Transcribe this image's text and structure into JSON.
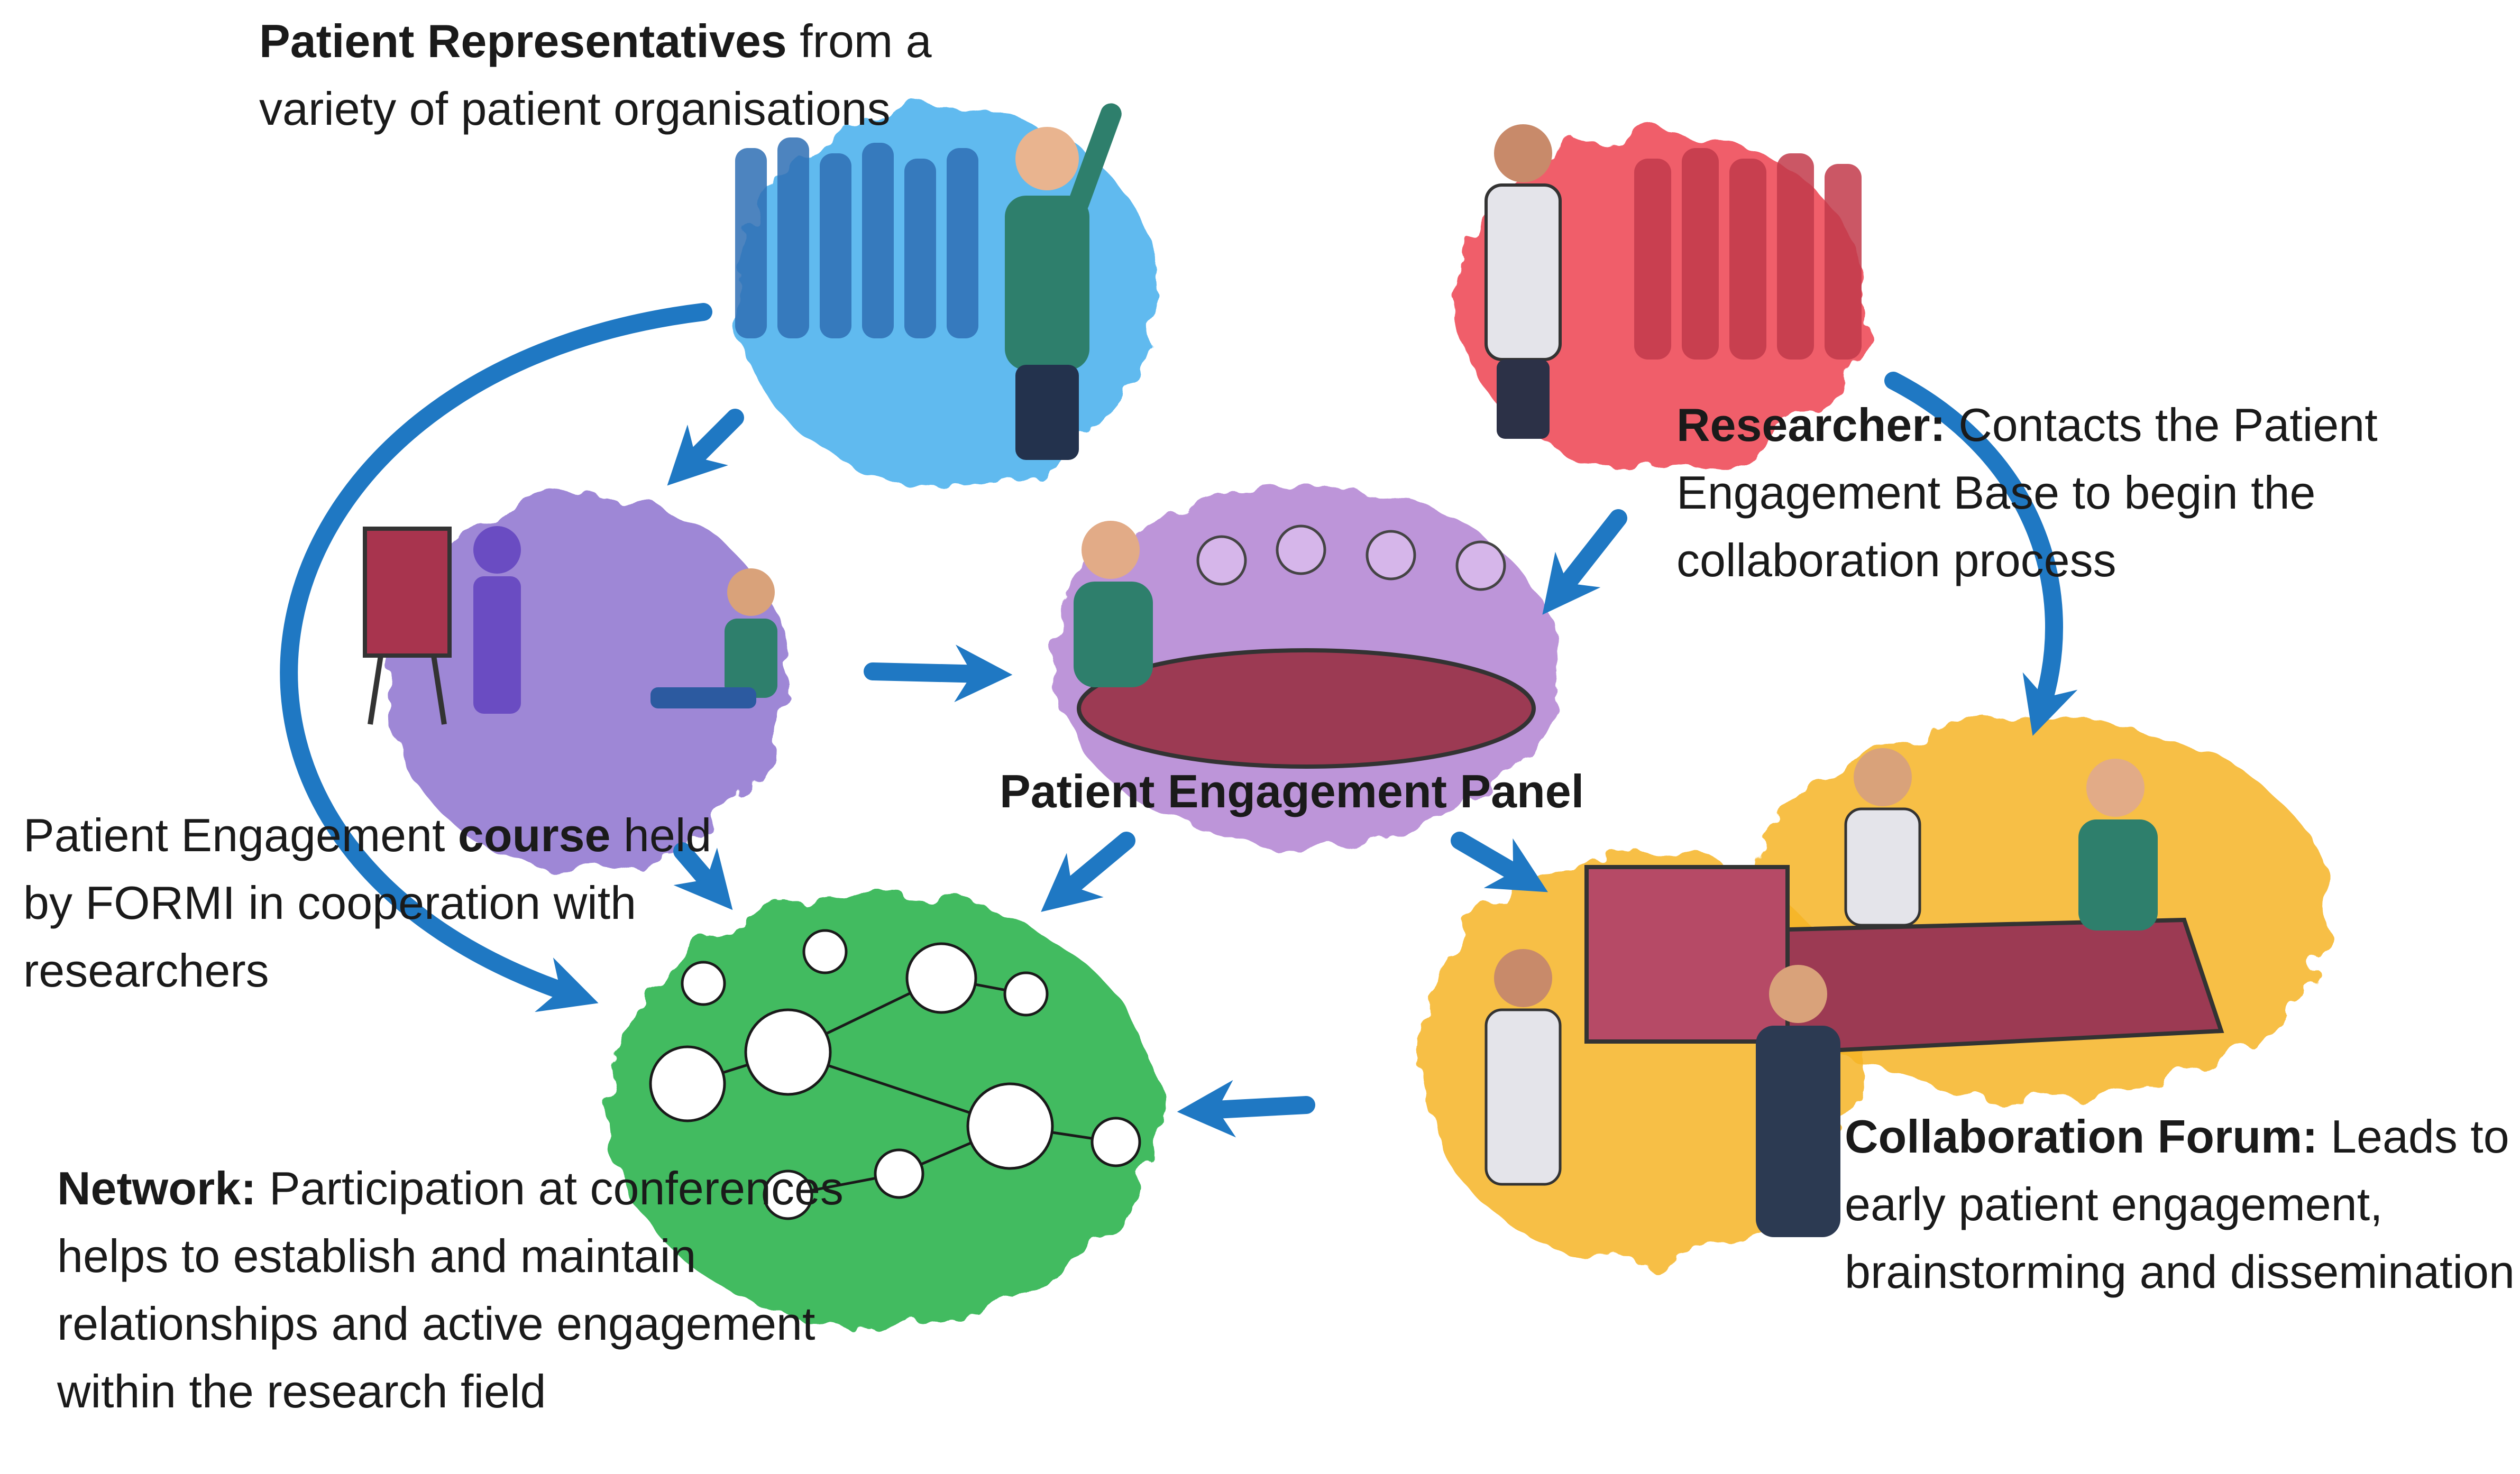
{
  "labels": {
    "patient_reps": {
      "bold": "Patient Representatives",
      "text": " from a variety of patient organisations"
    },
    "researcher": {
      "bold": "Researcher:",
      "text": " Contacts the Patient Engagement Base to begin the collaboration process"
    },
    "course": {
      "pre": "Patient Engagement ",
      "bold": "course",
      "post": " held by FORMI in cooperation with researchers"
    },
    "panel": {
      "title": "Patient Engagement Panel"
    },
    "collaboration": {
      "bold": "Collaboration Forum:",
      "text": " Leads to early patient engagement, brainstorming and dissemination"
    },
    "network": {
      "bold": "Network:",
      "text": " Participation at conferences helps to establish and maintain relationships and active engagement within the research field"
    }
  },
  "colors": {
    "blue_blob": "#4fb3ee",
    "red_blob": "#ef4d5a",
    "purple_blob": "#8e73cf",
    "panel_blob": "#b283d3",
    "green_blob": "#2fb44f",
    "yellow_blob": "#f6b526",
    "arrow": "#1f78c3",
    "table": "#9c3a53"
  }
}
